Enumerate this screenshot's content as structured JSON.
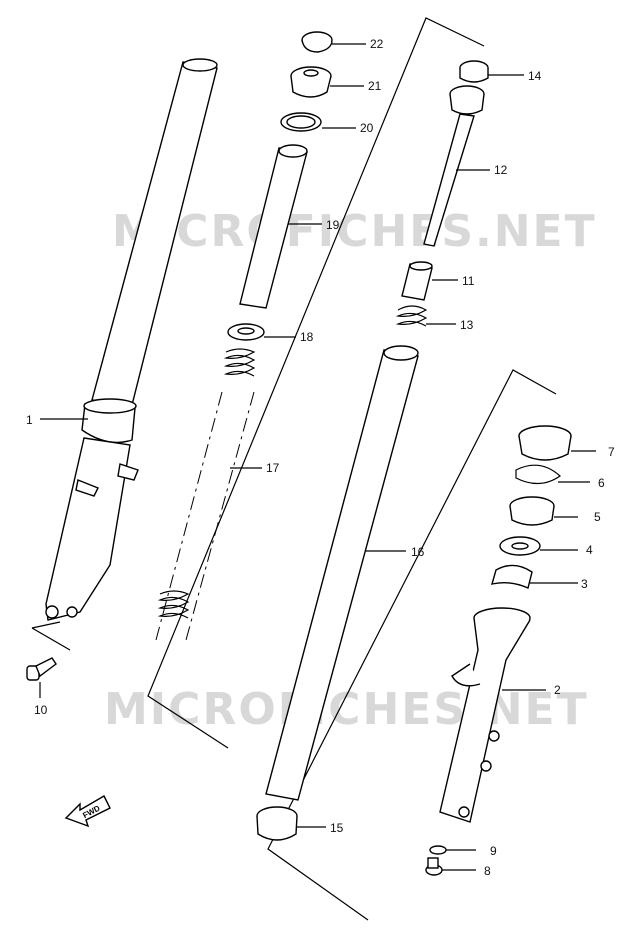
{
  "watermark": "MICROFICHES.NET",
  "fwd_label": "FWD",
  "callouts": {
    "p1": "1",
    "p2": "2",
    "p3": "3",
    "p4": "4",
    "p5": "5",
    "p6": "6",
    "p7": "7",
    "p8": "8",
    "p9": "9",
    "p10": "10",
    "p11": "11",
    "p12": "12",
    "p13": "13",
    "p14": "14",
    "p15": "15",
    "p16": "16",
    "p17": "17",
    "p18": "18",
    "p19": "19",
    "p20": "20",
    "p21": "21",
    "p22": "22"
  }
}
